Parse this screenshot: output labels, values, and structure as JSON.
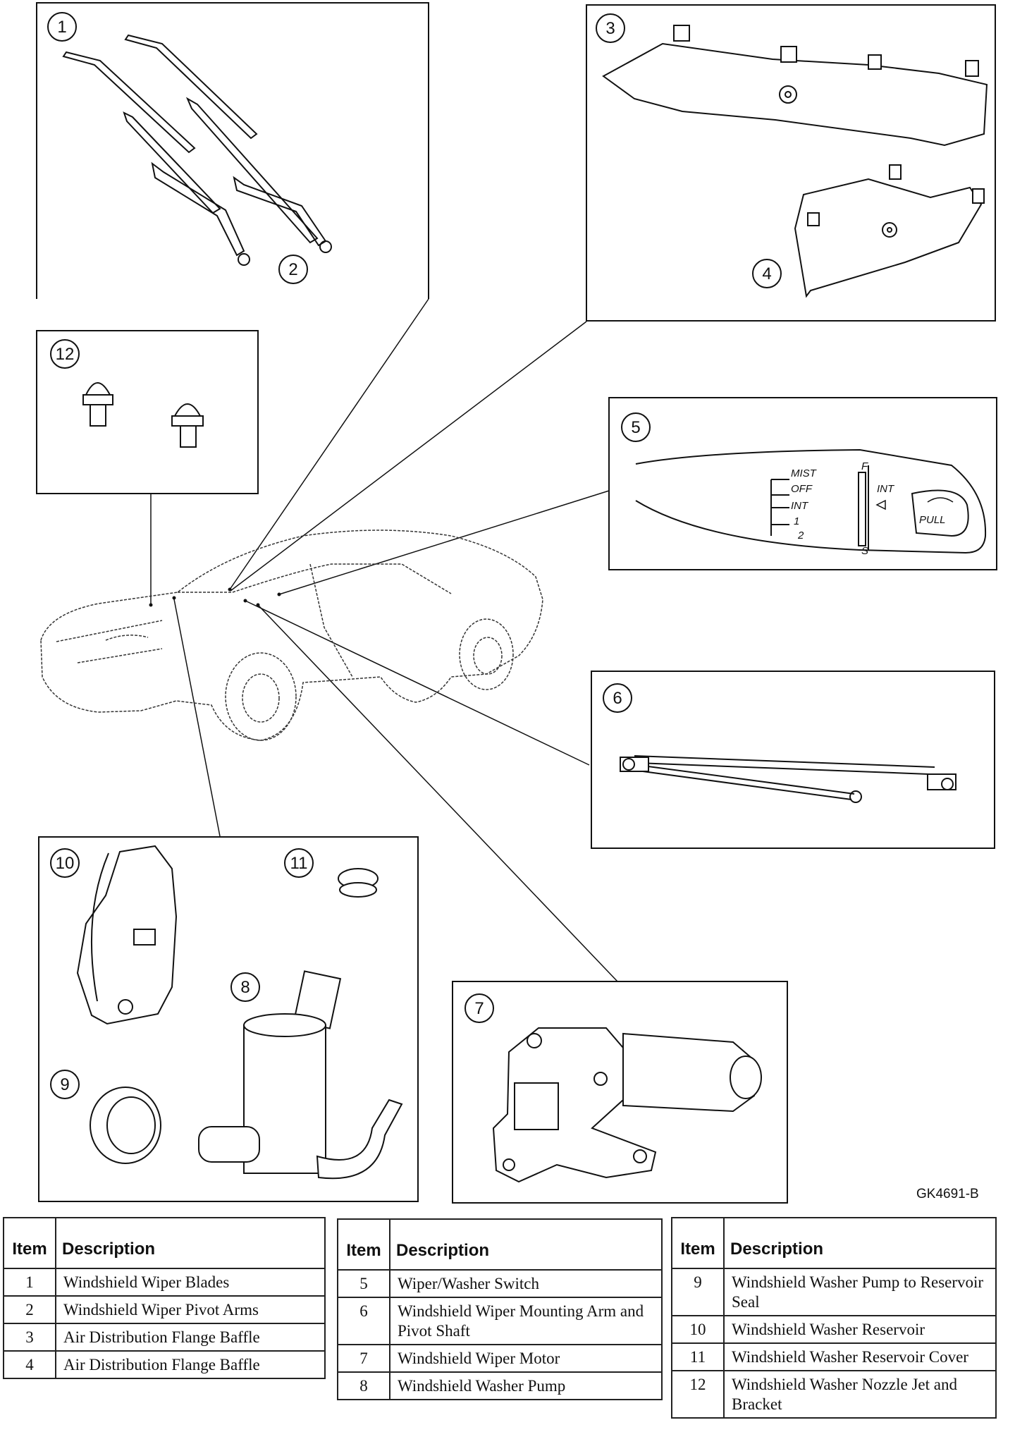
{
  "diagram": {
    "callouts": [
      "1",
      "2",
      "3",
      "4",
      "5",
      "6",
      "7",
      "8",
      "9",
      "10",
      "11",
      "12"
    ],
    "switch_labels": [
      "MIST",
      "OFF",
      "INT",
      "1",
      "2",
      "INT",
      "PULL",
      "F",
      "S"
    ],
    "reference_code": "GK4691-B"
  },
  "tables": [
    {
      "headers": {
        "item": "Item",
        "description": "Description"
      },
      "rows": [
        {
          "item": "1",
          "description": "Windshield Wiper Blades"
        },
        {
          "item": "2",
          "description": "Windshield Wiper Pivot Arms"
        },
        {
          "item": "3",
          "description": "Air Distribution Flange Baffle"
        },
        {
          "item": "4",
          "description": "Air Distribution Flange Baffle"
        }
      ]
    },
    {
      "headers": {
        "item": "Item",
        "description": "Description"
      },
      "rows": [
        {
          "item": "5",
          "description": "Wiper/Washer Switch"
        },
        {
          "item": "6",
          "description": "Windshield Wiper Mounting Arm and Pivot Shaft"
        },
        {
          "item": "7",
          "description": "Windshield Wiper Motor"
        },
        {
          "item": "8",
          "description": "Windshield Washer Pump"
        }
      ]
    },
    {
      "headers": {
        "item": "Item",
        "description": "Description"
      },
      "rows": [
        {
          "item": "9",
          "description": "Windshield Washer Pump to Reservoir Seal"
        },
        {
          "item": "10",
          "description": "Windshield Washer Reservoir"
        },
        {
          "item": "11",
          "description": "Windshield Washer Reservoir Cover"
        },
        {
          "item": "12",
          "description": "Windshield Washer Nozzle Jet and Bracket"
        }
      ]
    }
  ]
}
